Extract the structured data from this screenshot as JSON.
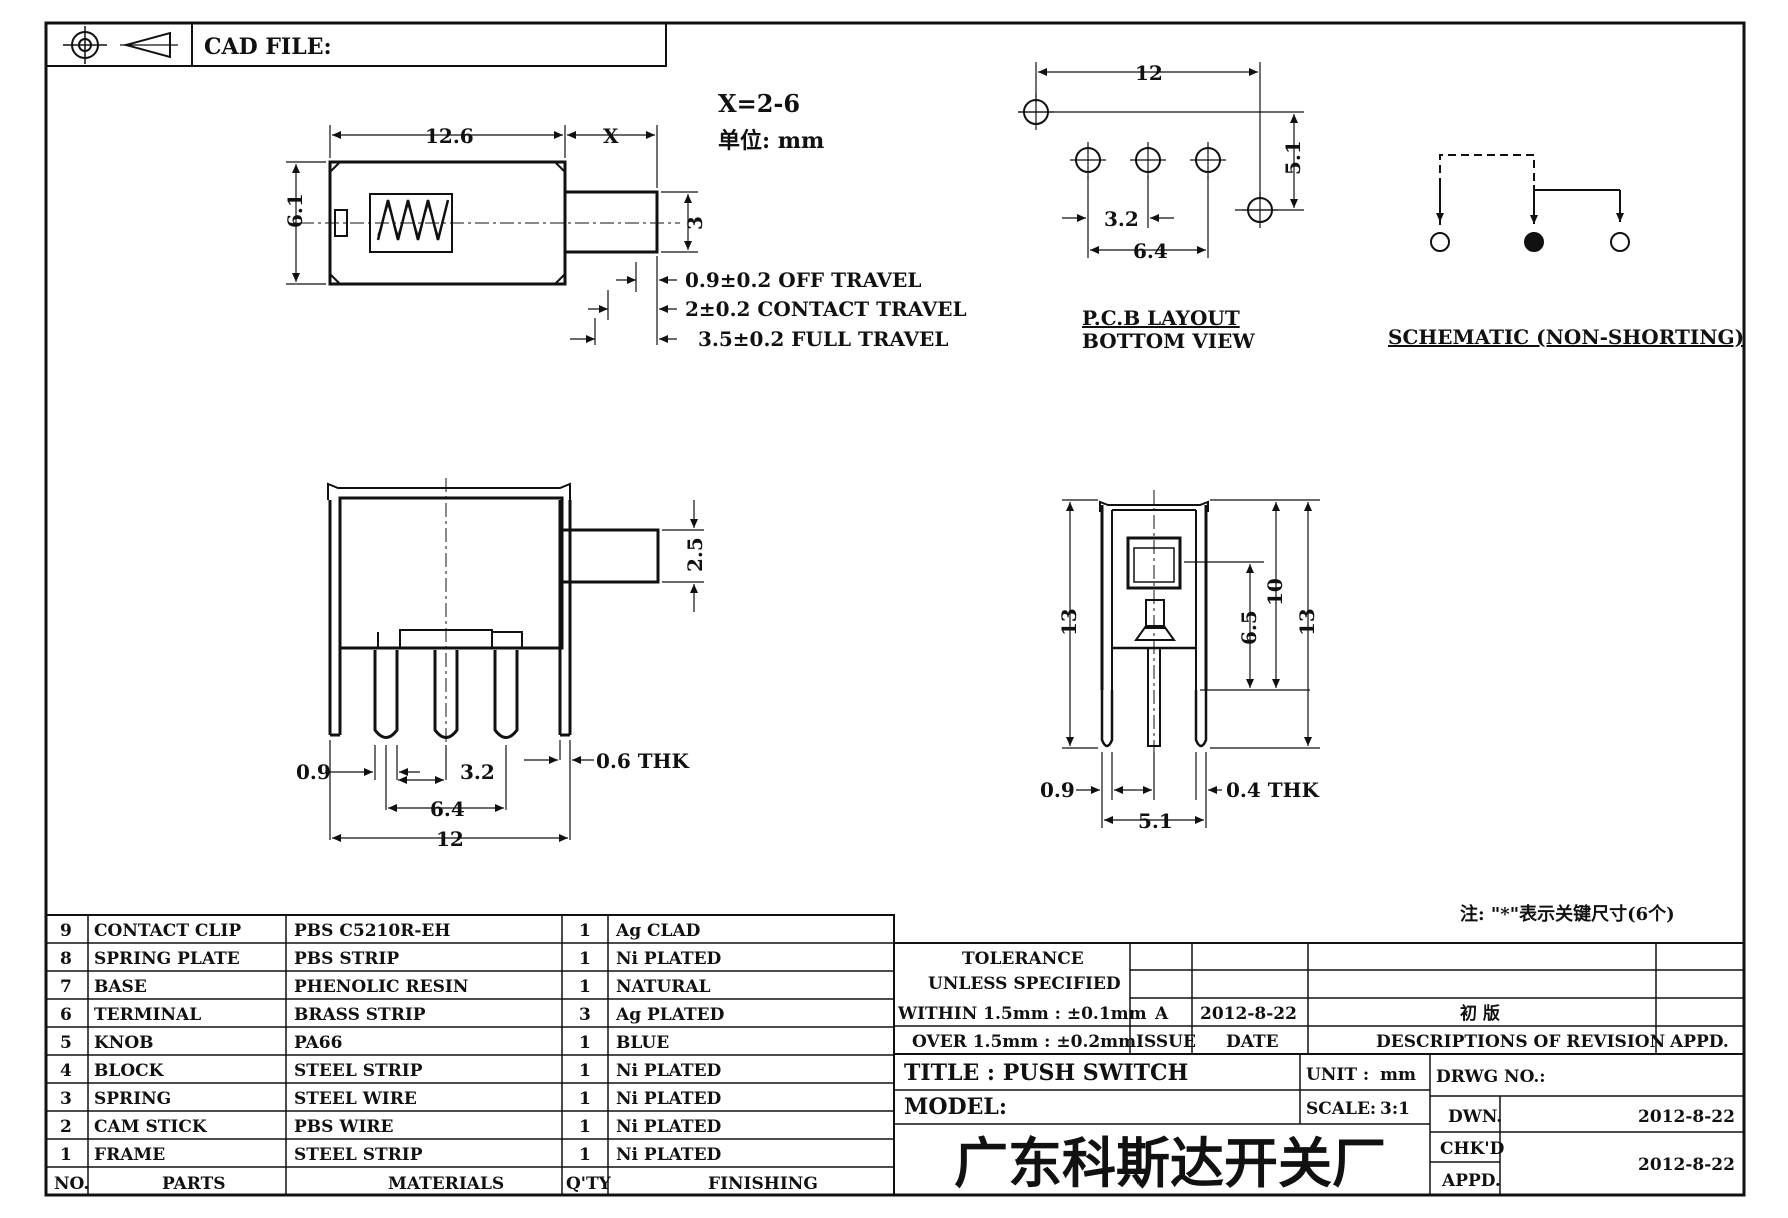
{
  "header": {
    "cad_file_label": "CAD FILE:"
  },
  "top_left": {
    "dim_width": "12.6",
    "dim_x": "X",
    "dim_height": "6.1",
    "dim_stem": "3",
    "x_range": "X=2-6",
    "unit": "单位: mm",
    "travel": [
      "0.9±0.2 OFF TRAVEL",
      "2±0.2 CONTACT TRAVEL",
      "3.5±0.2 FULL TRAVEL"
    ]
  },
  "pcb_layout": {
    "dim_top": "12",
    "dim_right": "5.1",
    "dim_pitch": "3.2",
    "dim_span": "6.4",
    "title": "P.C.B LAYOUT",
    "subtitle": "BOTTOM VIEW"
  },
  "schematic": {
    "title": "SCHEMATIC (NON-SHORTING)"
  },
  "front_view": {
    "dim_stem": "2.5",
    "dim_left": "0.9",
    "dim_pitch": "3.2",
    "dim_thk": "0.6 THK",
    "dim_span": "6.4",
    "dim_width": "12"
  },
  "side_view": {
    "dim_left": "13",
    "dim_inner": "6.5",
    "dim_mid": "10",
    "dim_right": "13",
    "dim_pin": "0.9",
    "dim_thk": "0.4 THK",
    "dim_width": "5.1"
  },
  "note": "注: \"*\"表示关键尺寸(6个)",
  "bom": {
    "rows": [
      {
        "no": "9",
        "part": "CONTACT CLIP",
        "material": "PBS C5210R-EH",
        "qty": "1",
        "finish": "Ag CLAD"
      },
      {
        "no": "8",
        "part": "SPRING PLATE",
        "material": "PBS STRIP",
        "qty": "1",
        "finish": "Ni PLATED"
      },
      {
        "no": "7",
        "part": "BASE",
        "material": "PHENOLIC RESIN",
        "qty": "1",
        "finish": "NATURAL"
      },
      {
        "no": "6",
        "part": "TERMINAL",
        "material": "BRASS STRIP",
        "qty": "3",
        "finish": "Ag PLATED"
      },
      {
        "no": "5",
        "part": "KNOB",
        "material": "PA66",
        "qty": "1",
        "finish": "BLUE"
      },
      {
        "no": "4",
        "part": "BLOCK",
        "material": "STEEL STRIP",
        "qty": "1",
        "finish": "Ni PLATED"
      },
      {
        "no": "3",
        "part": "SPRING",
        "material": "STEEL WIRE",
        "qty": "1",
        "finish": "Ni PLATED"
      },
      {
        "no": "2",
        "part": "CAM STICK",
        "material": "PBS WIRE",
        "qty": "1",
        "finish": "Ni PLATED"
      },
      {
        "no": "1",
        "part": "FRAME",
        "material": "STEEL STRIP",
        "qty": "1",
        "finish": "Ni PLATED"
      }
    ],
    "header": {
      "no": "NO.",
      "part": "PARTS",
      "material": "MATERIALS",
      "qty": "Q'TY",
      "finish": "FINISHING"
    }
  },
  "tolerance": {
    "line1": "TOLERANCE",
    "line2": "UNLESS  SPECIFIED",
    "line3": "WITHIN 1.5mm : ±0.1mm",
    "line4": "OVER 1.5mm : ±0.2mm"
  },
  "revision": {
    "issue_value": "A",
    "date_value": "2012-8-22",
    "desc_value": "初 版",
    "issue_label": "ISSUE",
    "date_label": "DATE",
    "desc_label": "DESCRIPTIONS OF REVISION",
    "appd_label": "APPD."
  },
  "title_block": {
    "title": "TITLE : PUSH SWITCH",
    "model": "MODEL:",
    "unit_label": "UNIT :",
    "unit_value": "mm",
    "scale_label": "SCALE:",
    "scale_value": "3:1",
    "drwg_label": "DRWG NO.:",
    "dwn_label": "DWN.",
    "dwn_date": "2012-8-22",
    "chkd_label": "CHK'D",
    "appd_label": "APPD.",
    "chk_date": "2012-8-22",
    "company": "广东科斯达开关厂"
  }
}
